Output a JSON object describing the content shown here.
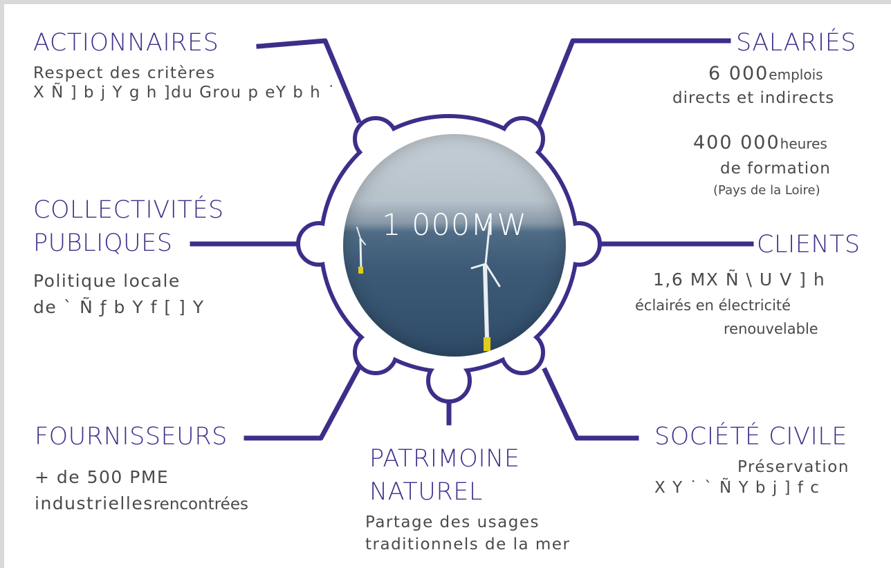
{
  "hub": {
    "label": "1 000MW"
  },
  "actionnaires": {
    "title": "ACTIONNAIRES",
    "line1": "Respect des critères",
    "line2": "X Ñ ] b j  Y g h ]du Grou p eY b h ˙"
  },
  "salaries": {
    "title": "SALARIÉS",
    "num1": "6 000",
    "unit1": "emplois",
    "line2": "directs et indirects",
    "num2": "400 000",
    "unit2": "heures",
    "line4": "de formation",
    "line5": "(Pays de la Loire)"
  },
  "collectivites": {
    "title_line1": "COLLECTIVITÉS",
    "title_line2": "PUBLIQUES",
    "line1": "Politique locale",
    "line2": "de ` Ñ ƒ b Y f [ ] Y"
  },
  "clients": {
    "title": "CLIENTS",
    "line1": "1,6 MX Ñ \\ U V ] h",
    "line2": "éclairés en électricité",
    "line3": "renouvelable"
  },
  "fournisseurs": {
    "title": "FOURNISSEURS",
    "line1": "+ de 500 PME",
    "line2a": "industrielles",
    "line2b": "rencontrées"
  },
  "patrimoine": {
    "title_line1": "PATRIMOINE",
    "title_line2": "NATUREL",
    "line1": "Partage des usages",
    "line2": "traditionnels de la mer"
  },
  "societe": {
    "title": "SOCIÉTÉ CIVILE",
    "line1": "Préservation",
    "line2": "X Y ˙ ` Ñ Y b j ] f c"
  },
  "colors": {
    "accent": "#3b2f8a",
    "text": "#4a4a4a",
    "background": "#ffffff"
  }
}
